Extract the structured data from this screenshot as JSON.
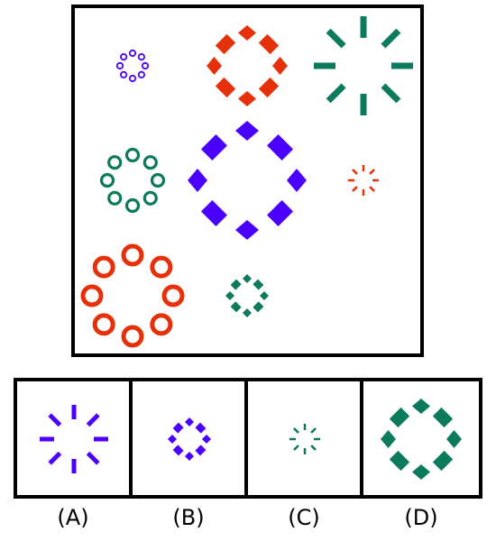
{
  "colors": {
    "purple": "#4b00ff",
    "red": "#e53009",
    "green": "#0c7a5c",
    "border": "#000000"
  },
  "puzzle": {
    "grid": [
      {
        "cell": "r1c1",
        "shape": "ring",
        "color": "purple",
        "size": "small"
      },
      {
        "cell": "r1c2",
        "shape": "diamond",
        "color": "red",
        "size": "medium"
      },
      {
        "cell": "r1c3",
        "shape": "dash",
        "color": "green",
        "size": "large"
      },
      {
        "cell": "r2c1",
        "shape": "ring",
        "color": "green",
        "size": "medium"
      },
      {
        "cell": "r2c2",
        "shape": "diamond",
        "color": "purple",
        "size": "large"
      },
      {
        "cell": "r2c3",
        "shape": "dash",
        "color": "red",
        "size": "small"
      },
      {
        "cell": "r3c1",
        "shape": "ring",
        "color": "red",
        "size": "large"
      },
      {
        "cell": "r3c2",
        "shape": "diamond",
        "color": "green",
        "size": "small"
      },
      {
        "cell": "r3c3",
        "shape": "missing"
      }
    ]
  },
  "options": [
    {
      "label": "(A)",
      "shape": "dash",
      "color": "purple",
      "size": "medium"
    },
    {
      "label": "(B)",
      "shape": "diamond",
      "color": "purple",
      "size": "small"
    },
    {
      "label": "(C)",
      "shape": "dash",
      "color": "green",
      "size": "small"
    },
    {
      "label": "(D)",
      "shape": "diamond",
      "color": "green",
      "size": "medium"
    }
  ]
}
